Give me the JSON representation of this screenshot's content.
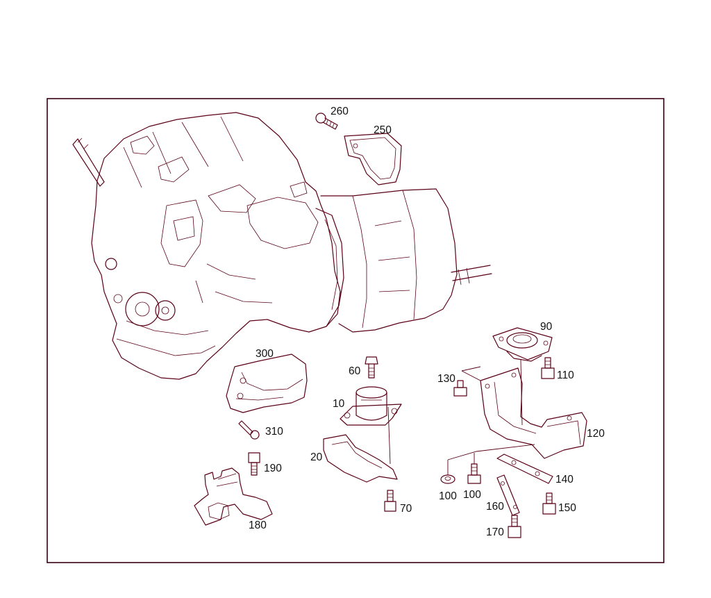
{
  "colors": {
    "linework": "#5a0016",
    "frame": "#3a0010",
    "text": "#111111",
    "background": "#ffffff"
  },
  "callouts": {
    "c10": "10",
    "c20": "20",
    "c60": "60",
    "c70": "70",
    "c90": "90",
    "c100a": "100",
    "c100b": "100",
    "c110": "110",
    "c120": "120",
    "c130": "130",
    "c140": "140",
    "c150": "150",
    "c160": "160",
    "c170": "170",
    "c180": "180",
    "c190": "190",
    "c250": "250",
    "c260": "260",
    "c300": "300",
    "c310": "310"
  }
}
